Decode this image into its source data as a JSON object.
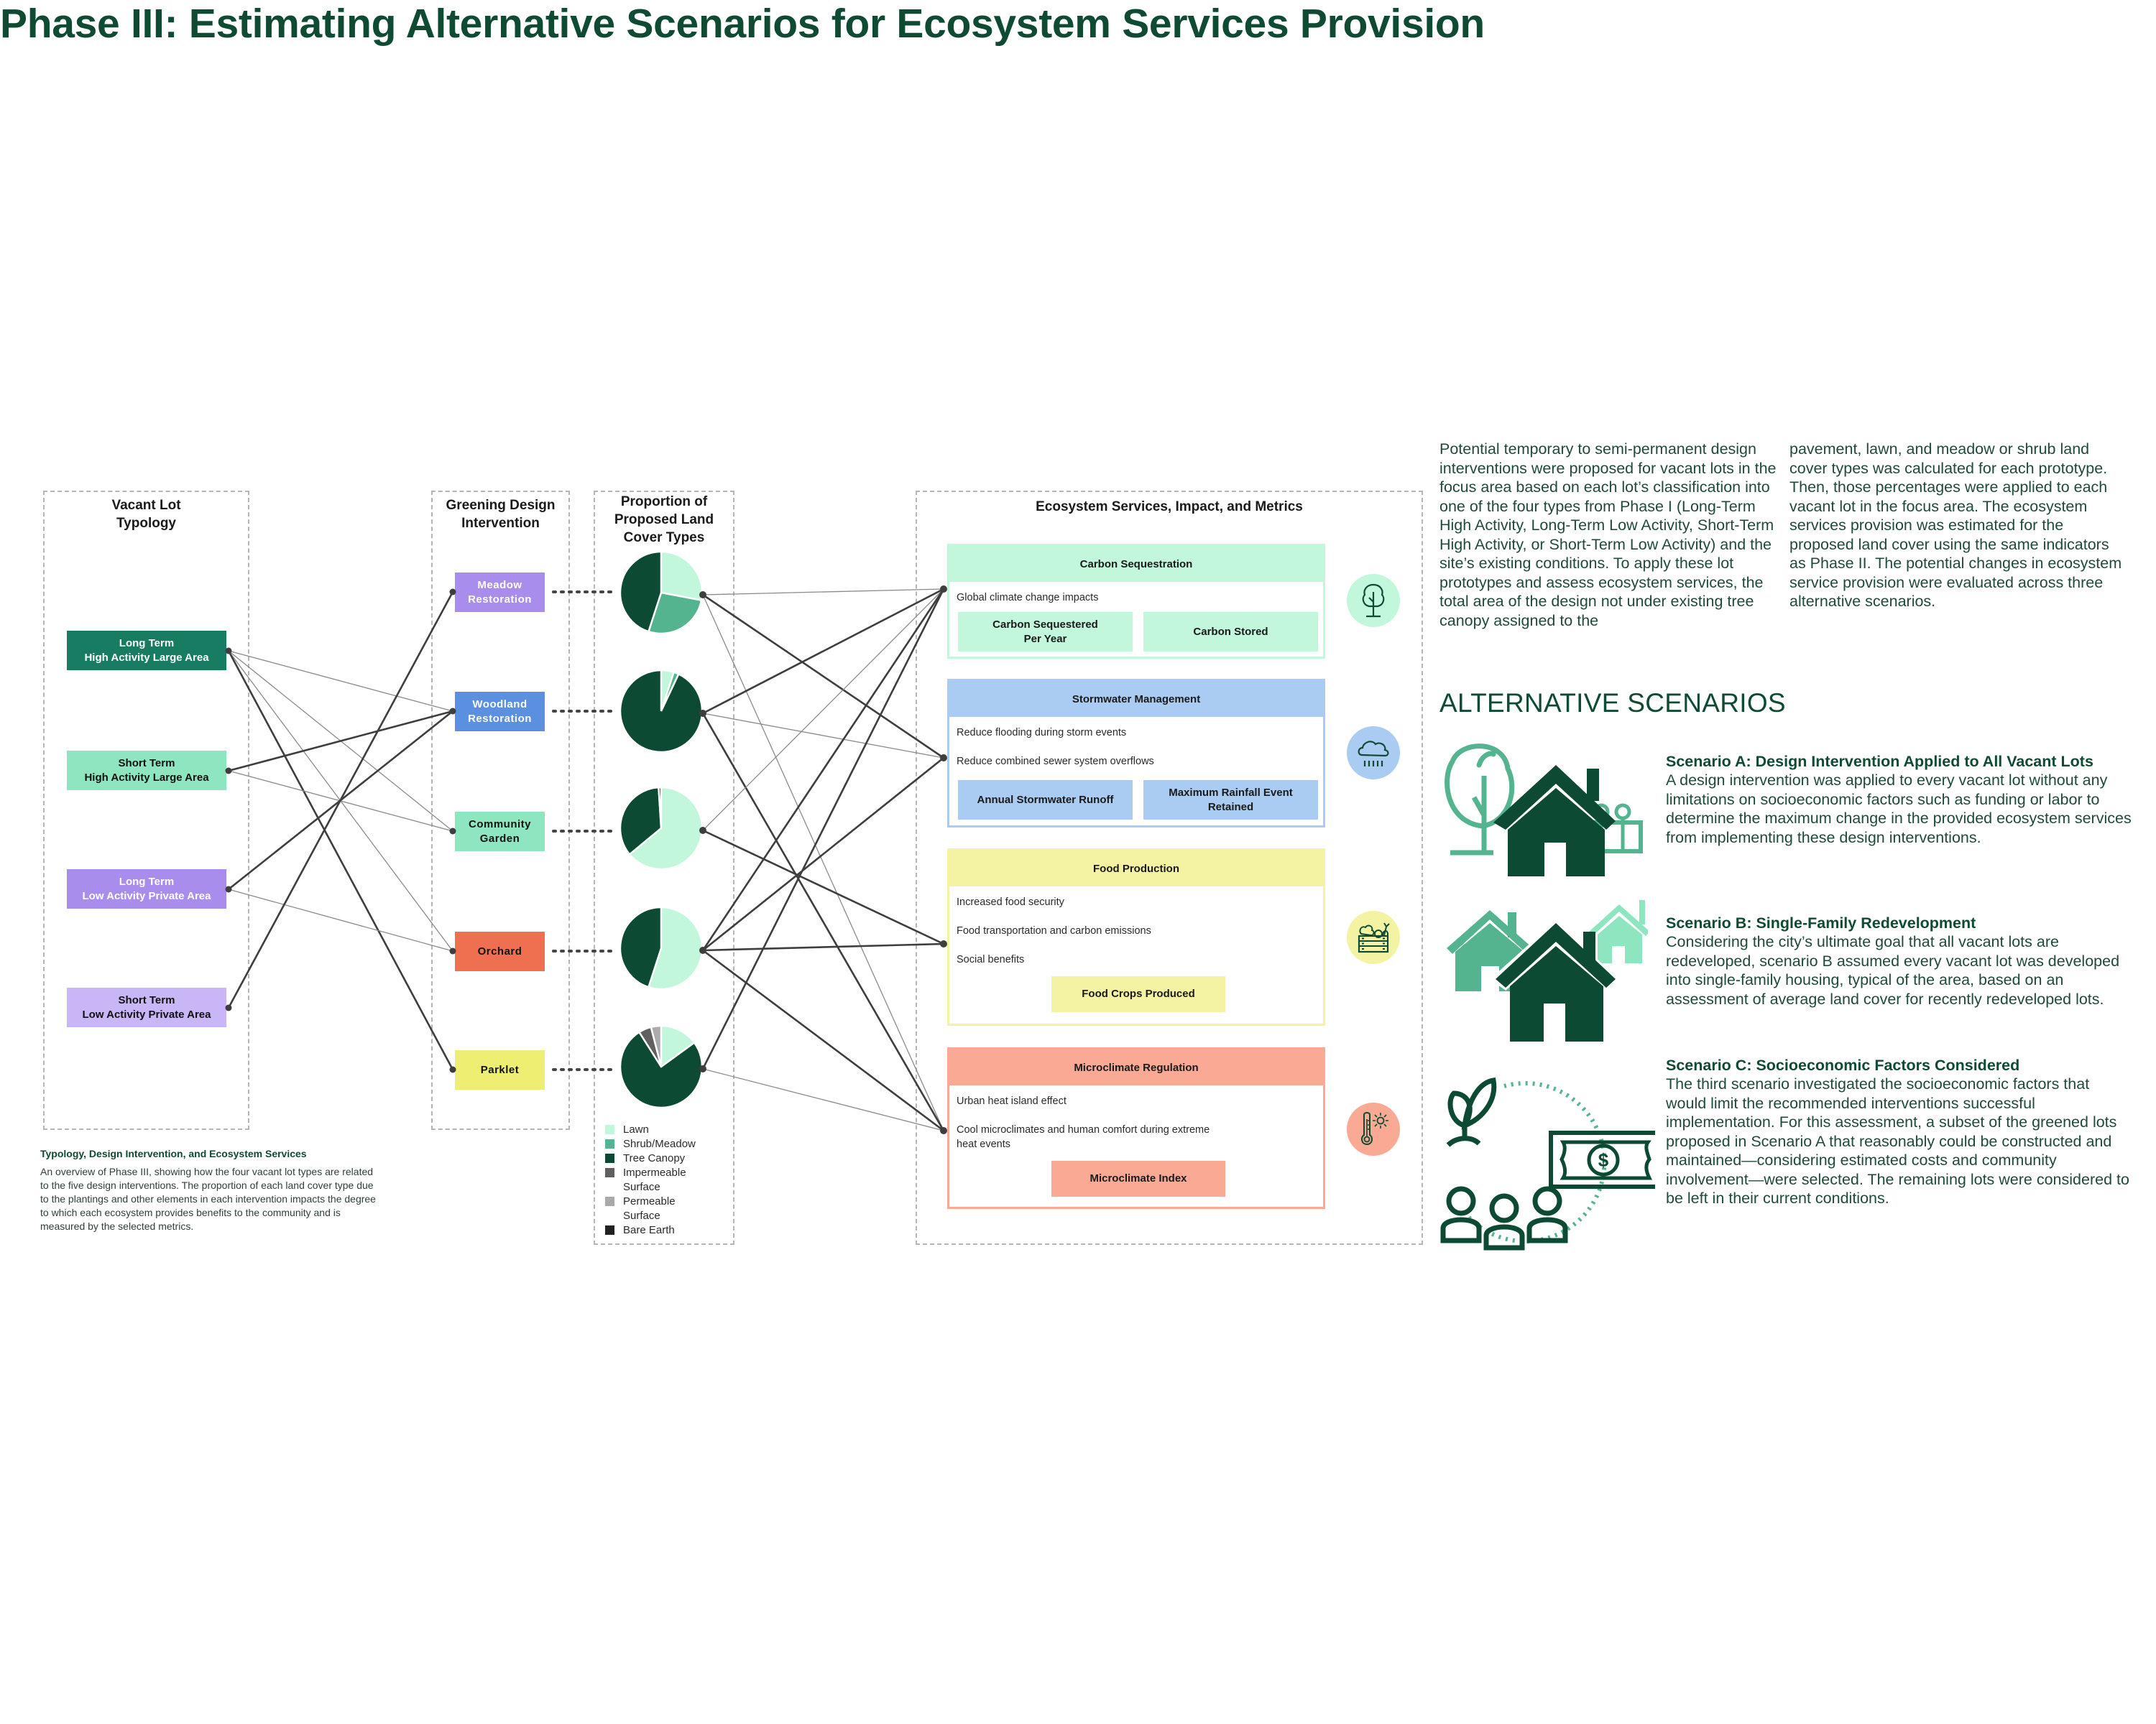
{
  "title": "Phase III: Estimating Alternative Scenarios for Ecosystem Services Provision",
  "columns": {
    "typology": "Vacant Lot\nTypology",
    "design": "Greening Design\nIntervention",
    "proportion": "Proportion of\nProposed Land\nCover Types",
    "ecosystem": "Ecosystem Services, Impact, and Metrics"
  },
  "typologies": [
    {
      "id": "lt-ha",
      "label": "Long Term\nHigh Activity Large Area",
      "bg": "#177c61",
      "fg": "#ffffff"
    },
    {
      "id": "st-ha",
      "label": "Short Term\nHigh Activity Large Area",
      "bg": "#8ee6c1",
      "fg": "#111111"
    },
    {
      "id": "lt-la",
      "label": "Long Term\nLow Activity Private Area",
      "bg": "#a98ded",
      "fg": "#ffffff"
    },
    {
      "id": "st-la",
      "label": "Short Term\nLow Activity Private Area",
      "bg": "#c9b6f6",
      "fg": "#111111"
    }
  ],
  "interventions": [
    {
      "id": "meadow",
      "label": "Meadow\nRestoration",
      "bg": "#a98ded",
      "fg": "#ffffff"
    },
    {
      "id": "woodland",
      "label": "Woodland\nRestoration",
      "bg": "#5b90e0",
      "fg": "#ffffff"
    },
    {
      "id": "community",
      "label": "Community\nGarden",
      "bg": "#8ee6c1",
      "fg": "#111111"
    },
    {
      "id": "orchard",
      "label": "Orchard",
      "bg": "#ee7050",
      "fg": "#111111"
    },
    {
      "id": "parklet",
      "label": "Parklet",
      "bg": "#eeee72",
      "fg": "#111111"
    }
  ],
  "typology_links": [
    {
      "from": 0,
      "to": 1,
      "weight": "thin"
    },
    {
      "from": 0,
      "to": 2,
      "weight": "thin"
    },
    {
      "from": 0,
      "to": 3,
      "weight": "thin"
    },
    {
      "from": 0,
      "to": 4,
      "weight": "bold"
    },
    {
      "from": 1,
      "to": 1,
      "weight": "bold"
    },
    {
      "from": 1,
      "to": 2,
      "weight": "thin"
    },
    {
      "from": 2,
      "to": 1,
      "weight": "bold"
    },
    {
      "from": 2,
      "to": 3,
      "weight": "thin"
    },
    {
      "from": 3,
      "to": 0,
      "weight": "bold"
    }
  ],
  "land_cover_legend": [
    {
      "name": "Lawn",
      "color": "#c2f7dc"
    },
    {
      "name": "Shrub/Meadow",
      "color": "#54b48f"
    },
    {
      "name": "Tree Canopy",
      "color": "#0c4a33"
    },
    {
      "name": "Impermeable\nSurface",
      "color": "#606060"
    },
    {
      "name": "Permeable\nSurface",
      "color": "#aaaaaa"
    },
    {
      "name": "Bare Earth",
      "color": "#222222"
    }
  ],
  "chart_data": {
    "type": "pie",
    "title": "Proportion of Proposed Land Cover Types",
    "categories": [
      "Lawn",
      "Shrub/Meadow",
      "Tree Canopy",
      "Impermeable Surface",
      "Permeable Surface",
      "Bare Earth"
    ],
    "series": [
      {
        "name": "Meadow Restoration",
        "values": [
          28,
          27,
          45,
          0,
          0,
          0
        ]
      },
      {
        "name": "Woodland Restoration",
        "values": [
          5,
          2,
          93,
          0,
          0,
          0
        ]
      },
      {
        "name": "Community Garden",
        "values": [
          64,
          0,
          35,
          0,
          0,
          1
        ]
      },
      {
        "name": "Orchard",
        "values": [
          55,
          0,
          45,
          0,
          0,
          0
        ]
      },
      {
        "name": "Parklet",
        "values": [
          15,
          0,
          76,
          5,
          4,
          0
        ]
      }
    ]
  },
  "service_links": [
    {
      "from": 0,
      "to": 0,
      "weight": "thin"
    },
    {
      "from": 0,
      "to": 1,
      "weight": "bold"
    },
    {
      "from": 0,
      "to": 3,
      "weight": "thin"
    },
    {
      "from": 1,
      "to": 0,
      "weight": "bold"
    },
    {
      "from": 1,
      "to": 1,
      "weight": "thin"
    },
    {
      "from": 1,
      "to": 3,
      "weight": "bold"
    },
    {
      "from": 2,
      "to": 0,
      "weight": "thin"
    },
    {
      "from": 2,
      "to": 2,
      "weight": "bold"
    },
    {
      "from": 3,
      "to": 0,
      "weight": "bold"
    },
    {
      "from": 3,
      "to": 1,
      "weight": "bold"
    },
    {
      "from": 3,
      "to": 2,
      "weight": "bold"
    },
    {
      "from": 3,
      "to": 3,
      "weight": "bold"
    },
    {
      "from": 4,
      "to": 0,
      "weight": "bold"
    },
    {
      "from": 4,
      "to": 3,
      "weight": "thin"
    }
  ],
  "services": [
    {
      "id": "carbon",
      "title": "Carbon Sequestration",
      "color": "#c2f7dc",
      "border": "#c2f7dc",
      "impacts": [
        "Global climate change impacts"
      ],
      "metrics": [
        "Carbon Sequestered\nPer Year",
        "Carbon Stored"
      ],
      "icon": "tree-icon"
    },
    {
      "id": "stormwater",
      "title": "Stormwater Management",
      "color": "#aacbf2",
      "border": "#aacbf2",
      "impacts": [
        "Reduce flooding during storm events",
        "Reduce combined sewer system overflows"
      ],
      "metrics": [
        "Annual Stormwater Runoff",
        "Maximum Rainfall Event\nRetained"
      ],
      "icon": "rain-cloud-icon"
    },
    {
      "id": "food",
      "title": "Food Production",
      "color": "#f4f3a3",
      "border": "#f4f3a3",
      "impacts": [
        "Increased food security",
        "Food transportation and carbon emissions",
        "Social benefits"
      ],
      "metrics": [
        "Food Crops Produced"
      ],
      "icon": "vegetable-crate-icon"
    },
    {
      "id": "microclimate",
      "title": "Microclimate Regulation",
      "color": "#f9a994",
      "border": "#f9a994",
      "impacts": [
        "Urban heat island effect",
        "Cool microclimates and human comfort during extreme\nheat events"
      ],
      "metrics": [
        "Microclimate Index"
      ],
      "icon": "thermometer-sun-icon"
    }
  ],
  "caption": {
    "heading": "Typology, Design Intervention, and Ecosystem Services",
    "body": "An overview of Phase III, showing how the four vacant lot types are related to the five design interventions. The proportion of each land cover type due to the plantings and other elements in each intervention impacts the degree to which each ecosystem provides benefits to the community and is measured by the selected metrics."
  },
  "intro": {
    "col1": "Potential temporary to semi-permanent design interventions were proposed for vacant lots in the focus area based on each lot’s classification into one of the four types from Phase I (Long-Term High Activity, Long-Term Low Activity, Short-Term High Activity, or Short-Term Low Activity) and the site’s existing conditions. To apply these lot prototypes and assess ecosystem services, the total area of the design not under existing tree canopy assigned to the",
    "col2": "pavement, lawn, and meadow or shrub land cover types was calculated for each prototype. Then, those percentages were applied to each vacant lot in the focus area. The ecosystem services provision was estimated for the proposed land cover using the same indicators as Phase II. The potential changes in ecosystem service provision were evaluated across three alternative scenarios."
  },
  "alt_heading": "ALTERNATIVE SCENARIOS",
  "scenarios": [
    {
      "title": "Scenario A: Design Intervention Applied to All Vacant Lots",
      "body": "A design intervention was applied to every vacant lot without any limitations on socioeconomic factors such as funding or labor to determine the maximum change in the provided ecosystem services from implementing these design interventions."
    },
    {
      "title": "Scenario B: Single-Family Redevelopment",
      "body": "Considering the city’s ultimate goal that all vacant lots are redeveloped, scenario B assumed every vacant lot was developed into single-family housing, typical of the area, based on an assessment of average land cover for recently redeveloped lots."
    },
    {
      "title": "Scenario C: Socioeconomic Factors Considered",
      "body": "The third scenario investigated the socioeconomic factors that would limit the recommended interventions successful implementation. For this assessment, a subset of the greened lots proposed in Scenario A that reasonably could be constructed and maintained—considering estimated costs and community involvement—were selected. The remaining lots were considered to be left in their current conditions."
    }
  ],
  "colors": {
    "brand_dark_green": "#0f4a33",
    "line": "#444444"
  }
}
